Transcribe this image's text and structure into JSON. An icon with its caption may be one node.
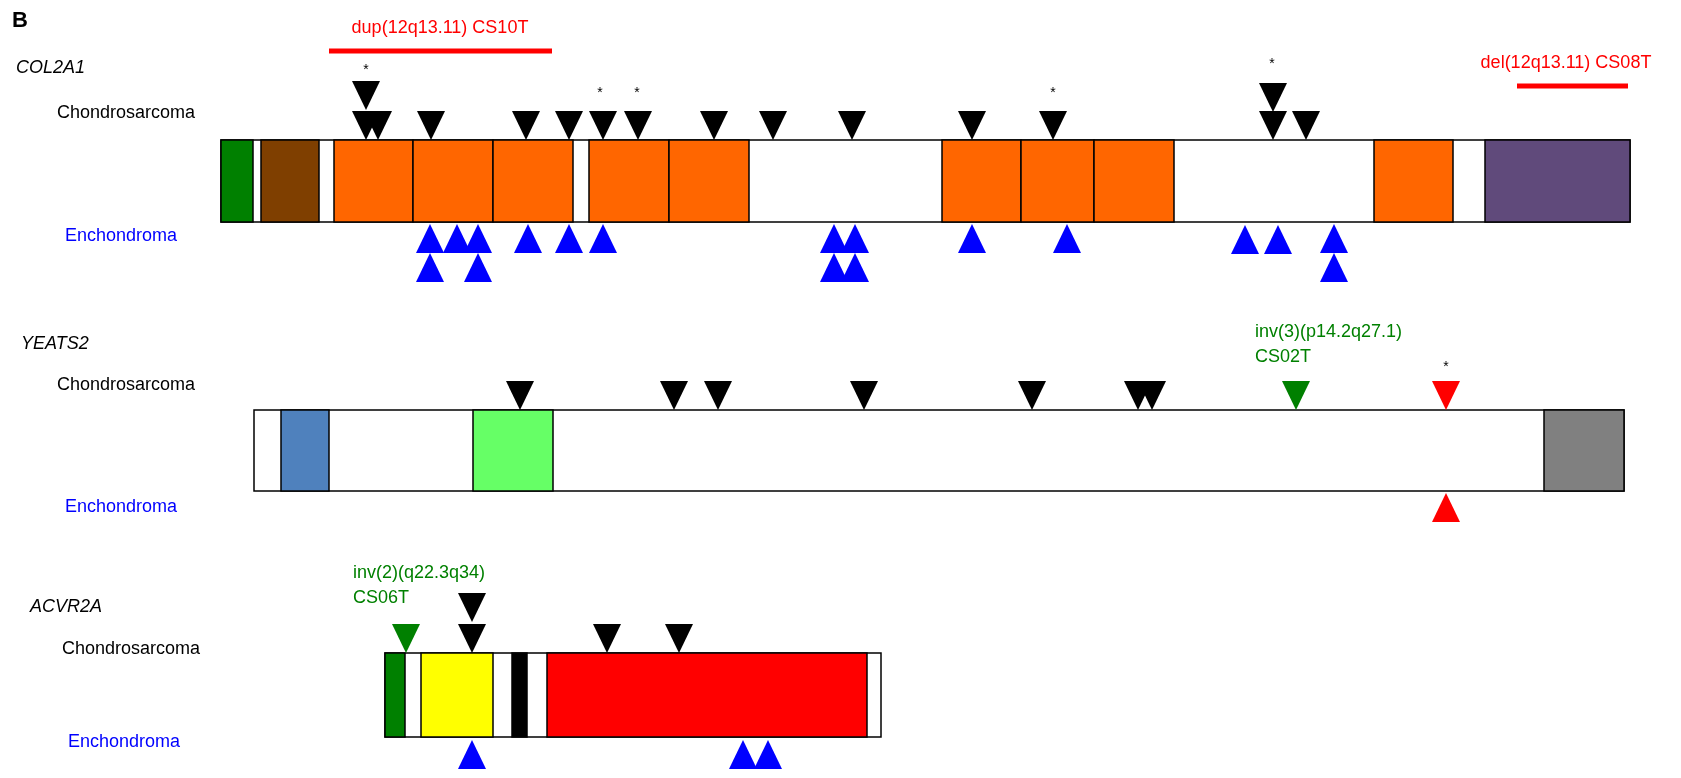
{
  "diagram": {
    "labels": [
      "B",
      "dup(12q13.11) CS10T",
      "COL2A1",
      "del(12q13.11) CS08T",
      "*",
      "*",
      "*",
      "*",
      "*",
      "Chondrosarcoma",
      "Enchondroma",
      "YEATS2",
      "inv(3)(p14.2q27.1) CS02T",
      "Chondrosarcoma",
      "*",
      "Enchondroma",
      "inv(2)(q22.3q34) CS06T",
      "ACVR2A",
      "Chondrosarcoma",
      "Enchondroma"
    ]
  }
}
